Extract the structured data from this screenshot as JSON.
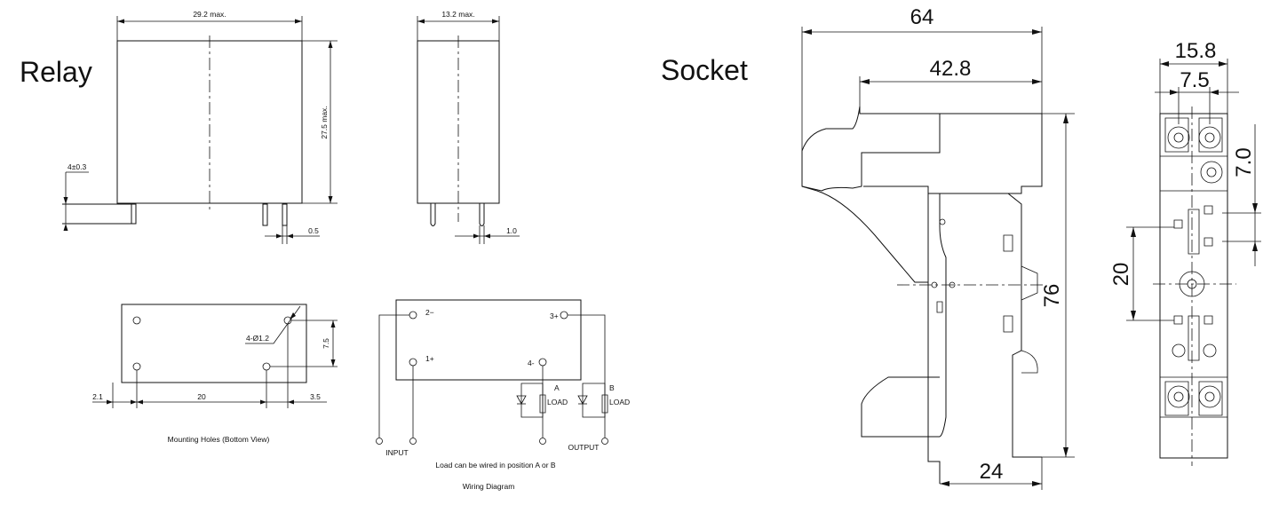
{
  "relay": {
    "title": "Relay",
    "dims": {
      "width": "29.2 max.",
      "depth": "13.2 max.",
      "height": "27.5 max.",
      "pin_length": "4±0.3",
      "pin_width": "0.5",
      "pin_pitch": "1.0"
    },
    "mounting": {
      "caption": "Mounting Holes (Bottom View)",
      "holes": "4-Ø1.2",
      "d1": "2.1",
      "d2": "20",
      "d3": "3.5",
      "d4": "7.5"
    },
    "wiring": {
      "pin2": "2−",
      "pin1": "1+",
      "pin3": "3+",
      "pin4": "4-",
      "pos_a": "A",
      "pos_b": "B",
      "load_a": "LOAD",
      "load_b": "LOAD",
      "input": "INPUT",
      "output": "OUTPUT",
      "note": "Load can be wired in position A or B",
      "caption": "Wiring Diagram"
    }
  },
  "socket": {
    "title": "Socket",
    "dims": {
      "d64": "64",
      "d42": "42.8",
      "d76": "76",
      "d24": "24",
      "d158": "15.8",
      "d75": "7.5",
      "d70": "7.0",
      "d20": "20"
    }
  }
}
